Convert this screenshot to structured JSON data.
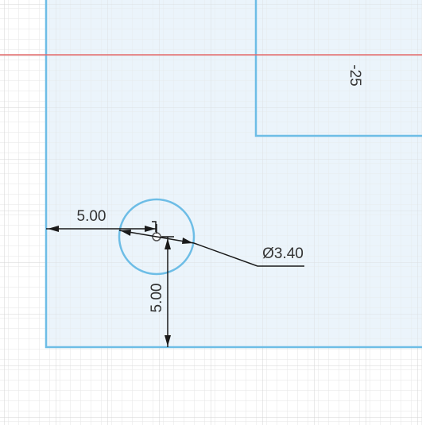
{
  "sketch": {
    "dimensions": {
      "horizontal_offset": "5.00",
      "vertical_offset": "5.00",
      "diameter": "Ø3.40",
      "offset_label": "-25"
    }
  },
  "colors": {
    "background": "#ffffff",
    "grid_minor": "#e6e6e6",
    "grid_major": "#d4d4d4",
    "profile_fill": "#e8f2fa",
    "profile_stroke": "#6dbde6",
    "x_axis": "#e46a6a",
    "dimension": "#1a1a1a"
  }
}
